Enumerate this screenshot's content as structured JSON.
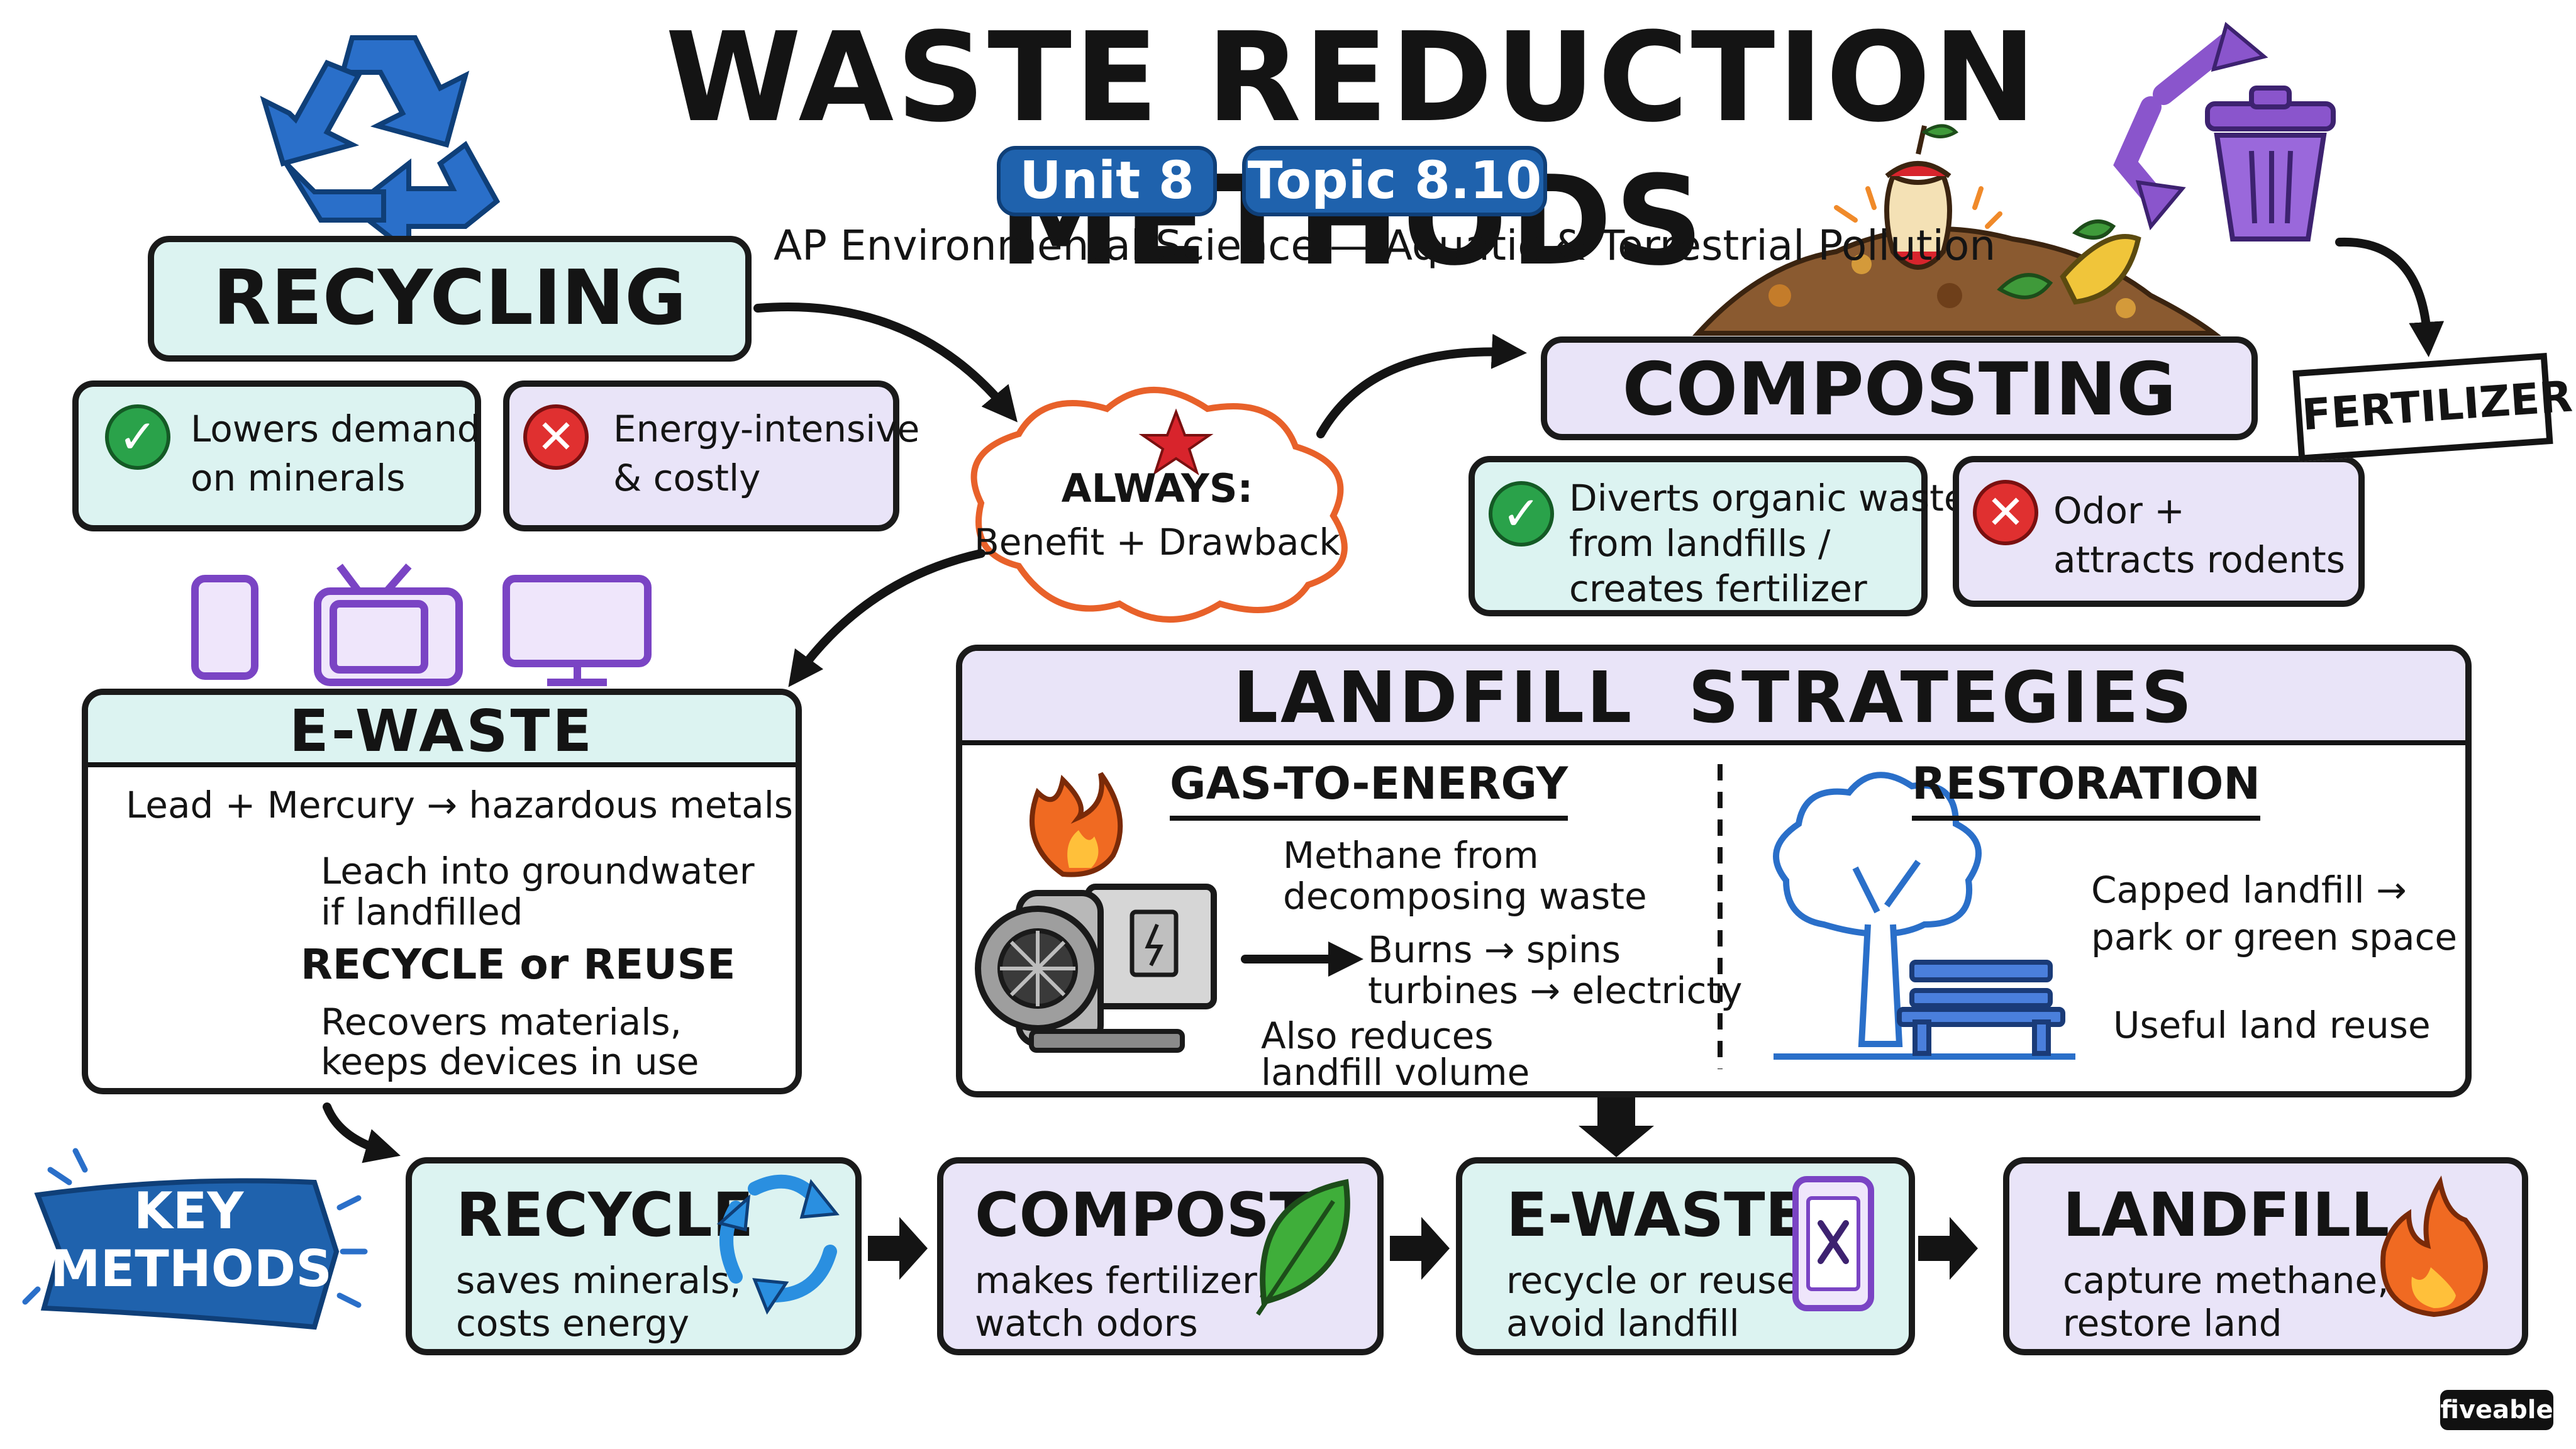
{
  "header": {
    "title": "WASTE REDUCTION METHODS",
    "unit_pill": "Unit 8",
    "topic_pill": "Topic 8.10",
    "subtitle": "AP Environmental Science — Aquatic & Terrestrial Pollution"
  },
  "center_cloud": {
    "line1": "ALWAYS:",
    "line2": "Benefit + Drawback"
  },
  "recycling": {
    "title": "RECYCLING",
    "pro": [
      "Lowers demand",
      "on minerals"
    ],
    "con": [
      "Energy-intensive",
      "& costly"
    ]
  },
  "composting": {
    "title": "COMPOSTING",
    "pro": [
      "Diverts organic waste",
      "from landfills /",
      "creates fertilizer"
    ],
    "con": [
      "Odor +",
      "attracts rodents"
    ],
    "output_label": "FERTILIZER"
  },
  "ewaste": {
    "title": "E-WASTE",
    "line1": "Lead + Mercury → hazardous metals",
    "leach": [
      "Leach into groundwater",
      "if landfilled"
    ],
    "action": "RECYCLE or REUSE",
    "benefit": [
      "Recovers materials,",
      "keeps devices in use"
    ]
  },
  "landfill_strategies": {
    "title": "LANDFILL  STRATEGIES",
    "gas": {
      "heading": "GAS-TO-ENERGY",
      "methane": [
        "Methane from",
        "decomposing waste"
      ],
      "burns": [
        "Burns → spins",
        "turbines → electricty"
      ],
      "also": [
        "Also reduces",
        "landfill volume"
      ]
    },
    "restoration": {
      "heading": "RESTORATION",
      "capped": [
        "Capped landfill →",
        "park or green space"
      ],
      "reuse": "Useful land reuse"
    }
  },
  "key_methods": {
    "label": [
      "KEY",
      "METHODS"
    ],
    "items": [
      {
        "title": "RECYCLE",
        "desc": [
          "saves minerals,",
          "costs energy"
        ],
        "icon": "recycle-icon"
      },
      {
        "title": "COMPOST",
        "desc": [
          "makes fertilizer,",
          "watch odors"
        ],
        "icon": "leaf-icon"
      },
      {
        "title": "E-WASTE",
        "desc": [
          "recycle or reuse,",
          "avoid landfill"
        ],
        "icon": "phone-x-icon"
      },
      {
        "title": "LANDFILL",
        "desc": [
          "capture methane,",
          "restore land"
        ],
        "icon": "flame-icon"
      }
    ]
  },
  "brand": "fiveable",
  "colors": {
    "teal": "#dcf3f1",
    "lavender": "#e9e4f8",
    "blue": "#1f62ad",
    "purple": "#8a55cc",
    "green": "#2aa24a",
    "red": "#e03030",
    "orange": "#e8612a"
  }
}
